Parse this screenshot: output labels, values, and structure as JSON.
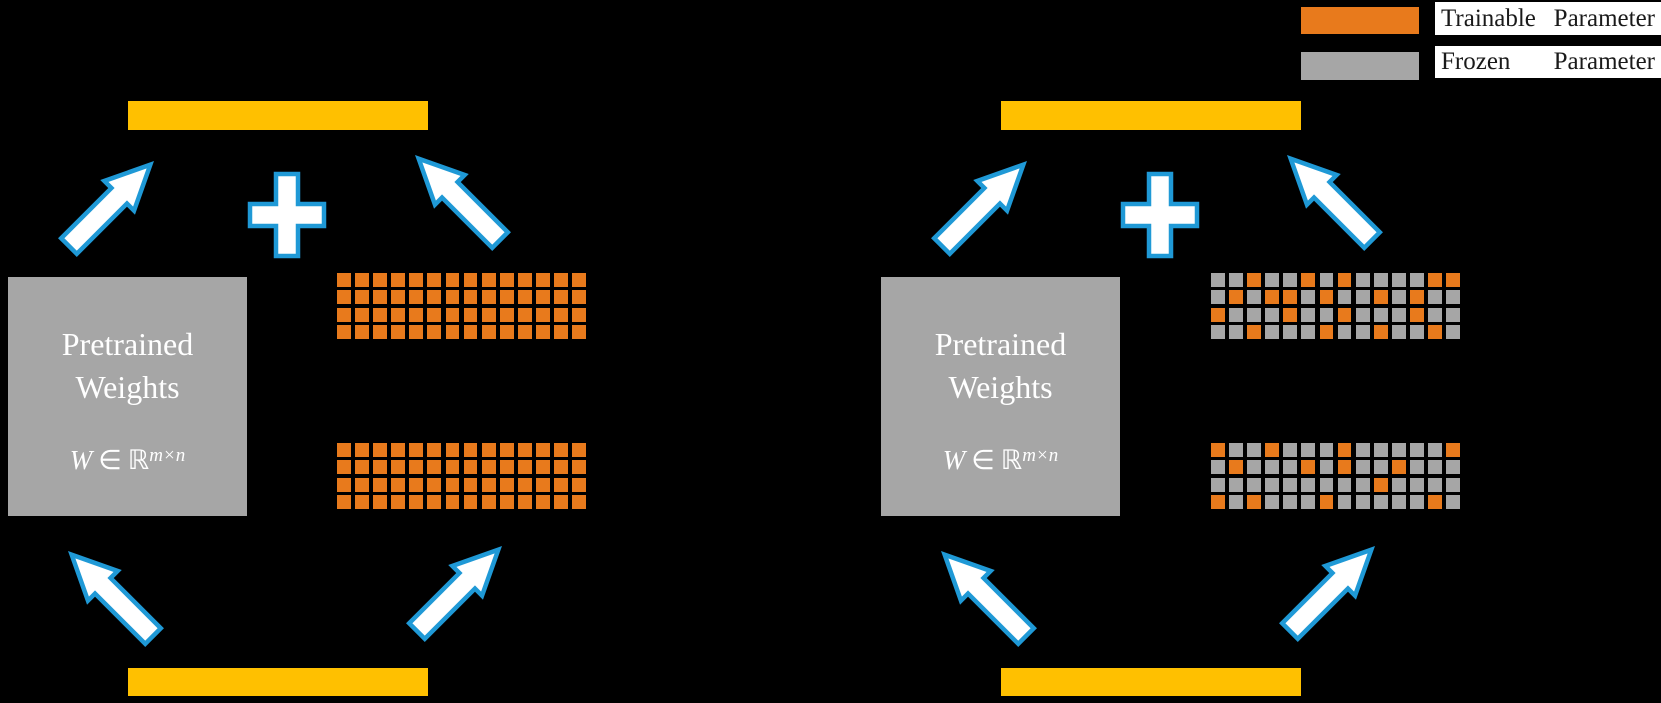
{
  "colors": {
    "background": "#000000",
    "trainable": "#E87A1C",
    "frozen": "#A6A6A6",
    "bar": "#FFC000",
    "arrowFill": "#FFFFFF",
    "arrowOutline": "#1F99D6",
    "boxText": "#FFFFFF",
    "legendText": "#1A1A1A",
    "legendBoxBg": "#FFFFFF"
  },
  "legend": {
    "items": [
      {
        "label": "Trainable Parameter",
        "color": "#E87A1C"
      },
      {
        "label": "Frozen Parameter",
        "color": "#A6A6A6"
      }
    ]
  },
  "panels": {
    "left": {
      "pretrained": {
        "line1": "Pretrained",
        "line2": "Weights"
      },
      "formula": {
        "var": "W",
        "rel": "∈",
        "set": "ℝ",
        "sup": "m×n"
      },
      "grid_top": {
        "rows": [
          "OOOOOOOOOOOOOO",
          "OOOOOOOOOOOOOO",
          "OOOOOOOOOOOOOO",
          "OOOOOOOOOOOOOO"
        ]
      },
      "grid_bottom": {
        "rows": [
          "OOOOOOOOOOOOOO",
          "OOOOOOOOOOOOOO",
          "OOOOOOOOOOOOOO",
          "OOOOOOOOOOOOOO"
        ]
      }
    },
    "right": {
      "pretrained": {
        "line1": "Pretrained",
        "line2": "Weights"
      },
      "formula": {
        "var": "W",
        "rel": "∈",
        "set": "ℝ",
        "sup": "m×n"
      },
      "grid_top": {
        "rows": [
          "GGOGGOGOGGGGOO",
          "GOGOOGOGGOGOGG",
          "OGGGOGGOGGGOGG",
          "GGOGGGOGGOGGOG"
        ]
      },
      "grid_bottom": {
        "rows": [
          "OGGOGGGOGGGGGO",
          "GOGGGOGOGGOGGG",
          "GGGGGGGGGOGGGG",
          "OGOGGGOGGGGGOG"
        ]
      }
    }
  }
}
